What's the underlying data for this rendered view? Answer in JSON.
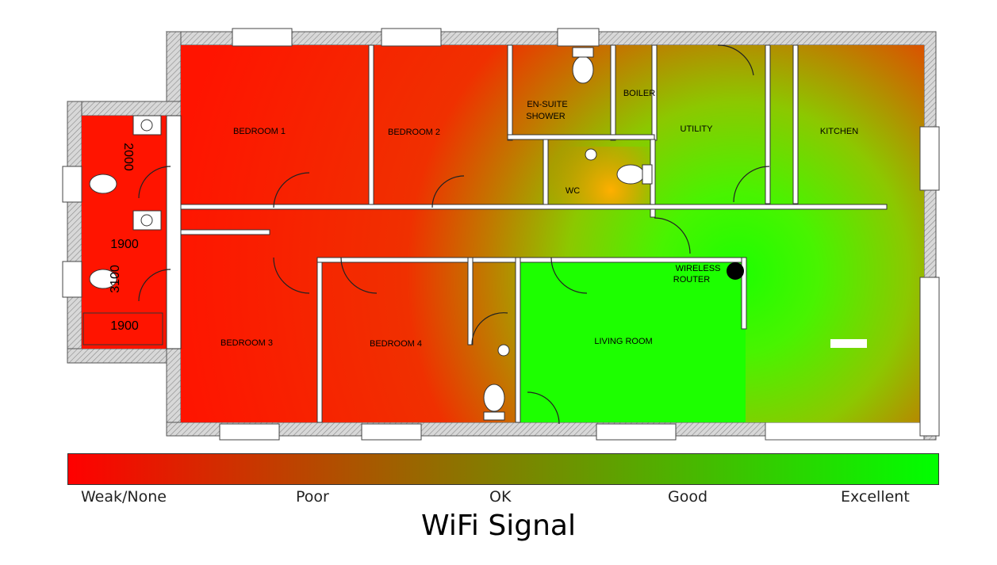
{
  "rooms": {
    "bedroom1": "BEDROOM 1",
    "bedroom2": "BEDROOM 2",
    "bedroom3": "BEDROOM 3",
    "bedroom4": "BEDROOM 4",
    "ensuite": "EN-SUITE",
    "shower": "SHOWER",
    "boiler": "BOILER",
    "utility": "UTILITY",
    "kitchen": "KITCHEN",
    "wc": "WC",
    "living_room": "LIVING ROOM",
    "router_line1": "WIRELESS",
    "router_line2": "ROUTER"
  },
  "dimensions": {
    "d1": "2000",
    "d2": "1900",
    "d3": "3100",
    "d4": "1900"
  },
  "legend": {
    "title": "WiFi Signal",
    "levels": [
      "Weak/None",
      "Poor",
      "OK",
      "Good",
      "Excellent"
    ],
    "colors": {
      "weak": "#ff0000",
      "ok": "#808000",
      "excellent": "#00ff00"
    }
  },
  "heatmap_colors": {
    "strong_red": "#ff1a00",
    "orange": "#f08000",
    "olive": "#8aa000",
    "green": "#22ff00",
    "lime": "#90f000",
    "wc_amber": "#f8a800"
  }
}
